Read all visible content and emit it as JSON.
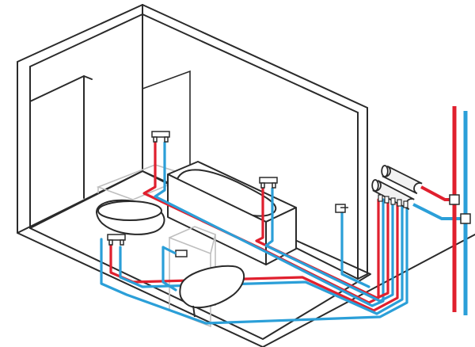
{
  "diagram": {
    "colors": {
      "background": "#ffffff",
      "outline": "#2a2a2a",
      "fixture_fill": "#ffffff",
      "fixture_gray": "#bfbfbf",
      "hot_pipe": "#e0202e",
      "cold_pipe": "#2b9fd8",
      "manifold_fill": "#f2f2f2"
    },
    "elements": [
      "room-walls",
      "shower-enclosure",
      "bathtub",
      "washbasin",
      "toilet",
      "installation-frame",
      "shower-mixer",
      "bath-mixer",
      "basin-mixer",
      "wall-valve",
      "toilet-valve",
      "manifold",
      "hot-riser",
      "cold-riser"
    ]
  }
}
